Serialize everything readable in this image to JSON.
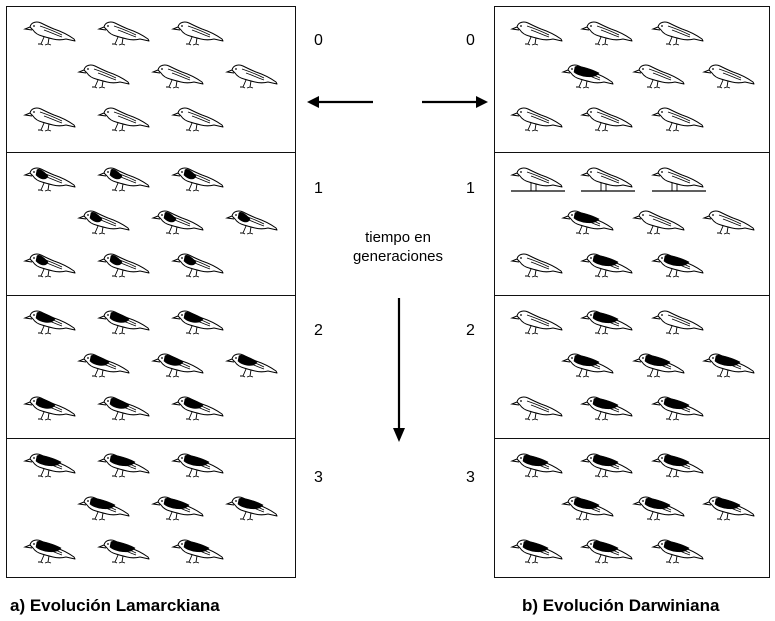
{
  "diagram": {
    "center_label_line1": "tiempo en",
    "center_label_line2": "generaciones",
    "left_caption": "a)  Evolución Lamarckiana",
    "right_caption": "b)  Evolución Darwiniana",
    "generations": [
      "0",
      "1",
      "2",
      "3"
    ],
    "lamarck": {
      "cap_level_per_generation": [
        0,
        0.35,
        0.7,
        1.0
      ]
    },
    "darwin": {
      "generation_patterns": [
        [
          0,
          0,
          0,
          1,
          0,
          0,
          0,
          0,
          0
        ],
        [
          0,
          0,
          0,
          1,
          0,
          0,
          0,
          1,
          1
        ],
        [
          0,
          1,
          0,
          1,
          1,
          1,
          0,
          1,
          1
        ],
        [
          1,
          1,
          1,
          1,
          1,
          1,
          1,
          1,
          1
        ]
      ],
      "dying_birds_generation_1": [
        0,
        1,
        2
      ]
    },
    "bird_color": "#000000",
    "background_color": "#ffffff"
  }
}
